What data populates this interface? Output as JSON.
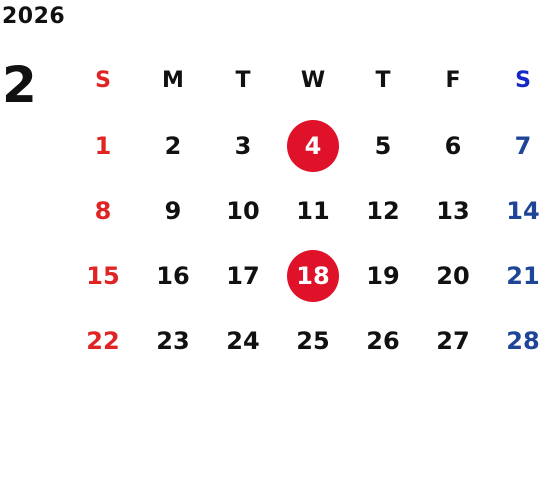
{
  "year": "2026",
  "month": "2",
  "weekdays": [
    "S",
    "M",
    "T",
    "W",
    "T",
    "F",
    "S"
  ],
  "weeks": [
    [
      "1",
      "2",
      "3",
      "4",
      "5",
      "6",
      "7"
    ],
    [
      "8",
      "9",
      "10",
      "11",
      "12",
      "13",
      "14"
    ],
    [
      "15",
      "16",
      "17",
      "18",
      "19",
      "20",
      "21"
    ],
    [
      "22",
      "23",
      "24",
      "25",
      "26",
      "27",
      "28"
    ]
  ],
  "highlighted_days": [
    "4",
    "18"
  ],
  "colors": {
    "sunday": "#e02424",
    "saturday_header": "#1428c8",
    "saturday": "#1f4597",
    "highlight": "#e0122a",
    "text": "#111111"
  }
}
